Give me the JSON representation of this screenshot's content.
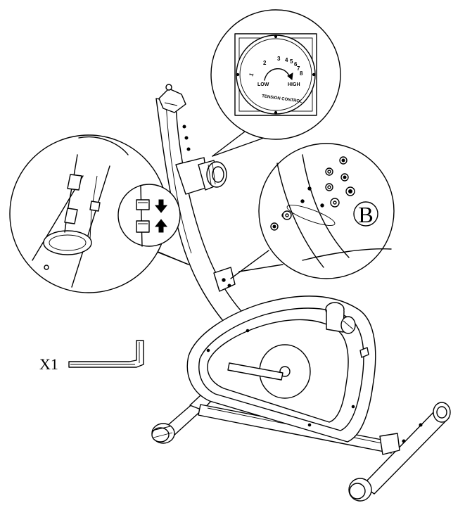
{
  "callout_b": {
    "label": "B"
  },
  "tool": {
    "quantity": "X1",
    "name": "hex-key"
  },
  "tension_dial": {
    "numbers": [
      "1",
      "2",
      "3",
      "4",
      "5",
      "6",
      "7",
      "8"
    ],
    "low": "LOW",
    "high": "HIGH",
    "caption": "TENSION CONTROL"
  },
  "connector_arrows": {
    "top": "down-arrow",
    "bottom": "up-arrow"
  }
}
